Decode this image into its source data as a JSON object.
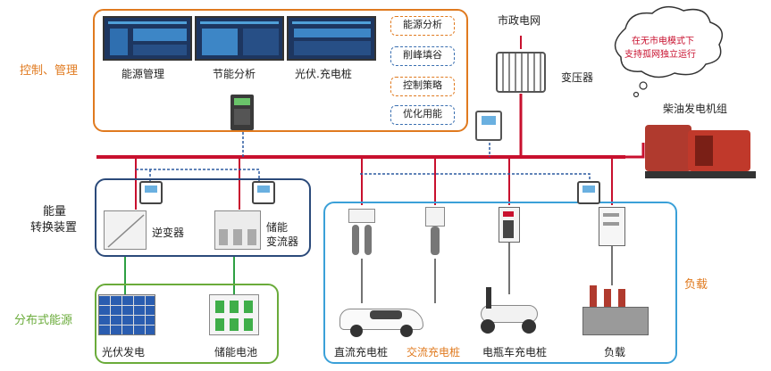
{
  "control": {
    "section_label": "控制、管理",
    "screens": [
      "能源管理",
      "节能分析",
      "光伏.充电桩"
    ],
    "functions": [
      "能源分析",
      "削峰填谷",
      "控制策略",
      "优化用能"
    ]
  },
  "grid": {
    "city_grid_label": "市政电网",
    "transformer_label": "变压器",
    "generator_label": "柴油发电机组",
    "cloud_text_line1": "在无市电模式下",
    "cloud_text_line2": "支持孤网独立运行"
  },
  "conversion": {
    "section_label_line1": "能量",
    "section_label_line2": "转换装置",
    "inverter_label": "逆变器",
    "pcs_label_line1": "储能",
    "pcs_label_line2": "变流器"
  },
  "distributed": {
    "section_label": "分布式能源",
    "pv_label": "光伏发电",
    "battery_label": "储能电池"
  },
  "load": {
    "section_label": "负载",
    "items": [
      "直流充电桩",
      "交流充电桩",
      "电瓶车充电桩",
      "负载"
    ]
  },
  "colors": {
    "bus": "#c8102e",
    "control_border": "#e07a1f",
    "conversion_border": "#2b4a7a",
    "distributed_border": "#6aab3a",
    "load_border": "#3aa0d8",
    "comm_line": "#2b5aa0",
    "green_line": "#2ea043"
  }
}
